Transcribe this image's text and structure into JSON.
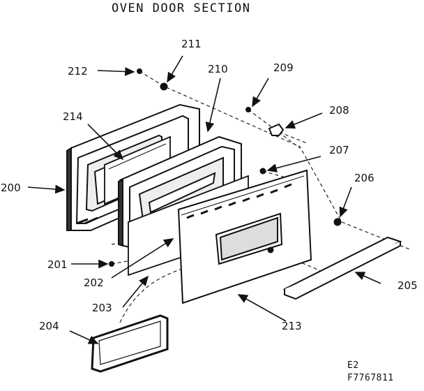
{
  "title": "OVEN DOOR SECTION",
  "parts": [
    {
      "id": "p200",
      "label": "200"
    },
    {
      "id": "p201",
      "label": "201"
    },
    {
      "id": "p202",
      "label": "202"
    },
    {
      "id": "p203",
      "label": "203"
    },
    {
      "id": "p204",
      "label": "204"
    },
    {
      "id": "p205",
      "label": "205"
    },
    {
      "id": "p206",
      "label": "206"
    },
    {
      "id": "p207",
      "label": "207"
    },
    {
      "id": "p208",
      "label": "208"
    },
    {
      "id": "p209",
      "label": "209"
    },
    {
      "id": "p210",
      "label": "210"
    },
    {
      "id": "p211",
      "label": "211"
    },
    {
      "id": "p212",
      "label": "212"
    },
    {
      "id": "p213",
      "label": "213"
    },
    {
      "id": "p214",
      "label": "214"
    }
  ],
  "footer": {
    "code_line1": "E2",
    "code_line2": "F7767811"
  }
}
